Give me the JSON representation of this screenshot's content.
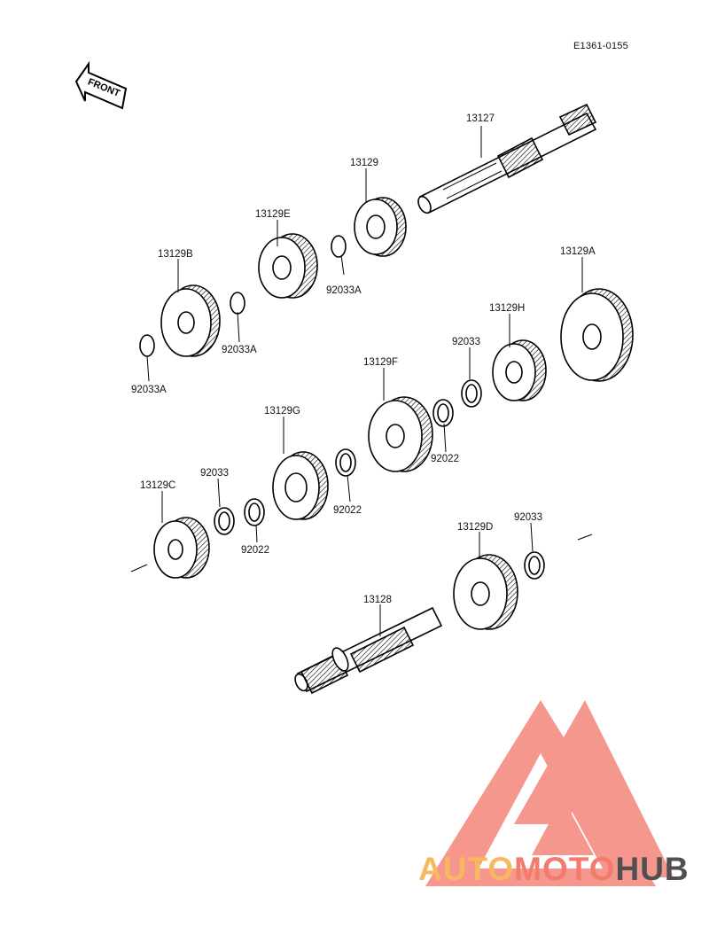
{
  "diagram": {
    "code": "E1361-0155",
    "front_label": "FRONT"
  },
  "parts": [
    {
      "id": "13127"
    },
    {
      "id": "13129"
    },
    {
      "id": "13129E"
    },
    {
      "id": "92033A"
    },
    {
      "id": "13129B"
    },
    {
      "id": "92033A"
    },
    {
      "id": "92033A"
    },
    {
      "id": "13129A"
    },
    {
      "id": "13129H"
    },
    {
      "id": "92033"
    },
    {
      "id": "13129F"
    },
    {
      "id": "92022"
    },
    {
      "id": "13129G"
    },
    {
      "id": "92022"
    },
    {
      "id": "13129C"
    },
    {
      "id": "92033"
    },
    {
      "id": "92022"
    },
    {
      "id": "13129D"
    },
    {
      "id": "92033"
    },
    {
      "id": "13128"
    }
  ],
  "watermark": {
    "part1": "AUTO",
    "part2": "MOTO",
    "part3": "HUB",
    "color_light": "#f7b860",
    "color_red": "#f37b6e",
    "color_dark": "#505050"
  }
}
